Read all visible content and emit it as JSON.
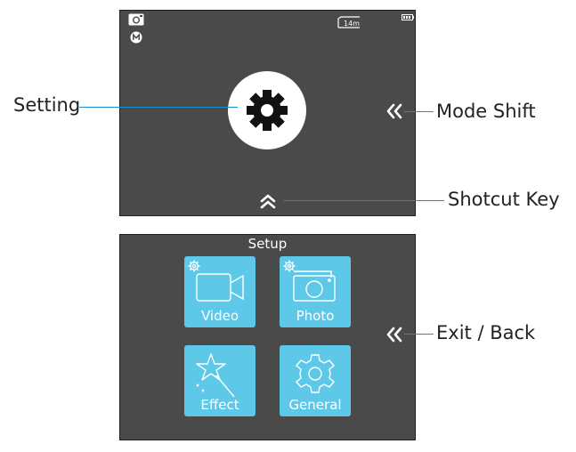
{
  "callouts": {
    "setting": "Setting",
    "mode_shift": "Mode Shift",
    "shortcut_key": "Shotcut Key",
    "exit_back": "Exit / Back"
  },
  "screen1": {
    "icons": [
      "camera-icon",
      "manual-mode-icon",
      "storage-icon",
      "battery-icon",
      "settings-gear-icon",
      "double-chevron-left-icon",
      "double-chevron-up-icon"
    ],
    "storage_text": "14m"
  },
  "screen2": {
    "title": "Setup",
    "tiles": [
      {
        "label": "Video",
        "icon": "video-camera-icon"
      },
      {
        "label": "Photo",
        "icon": "photo-camera-icon"
      },
      {
        "label": "Effect",
        "icon": "magic-wand-icon"
      },
      {
        "label": "General",
        "icon": "gear-icon"
      }
    ]
  },
  "colors": {
    "screen_bg": "#4a4a4a",
    "tile_bg": "#5ec8e8",
    "leader_line": "#1a8fd0"
  }
}
